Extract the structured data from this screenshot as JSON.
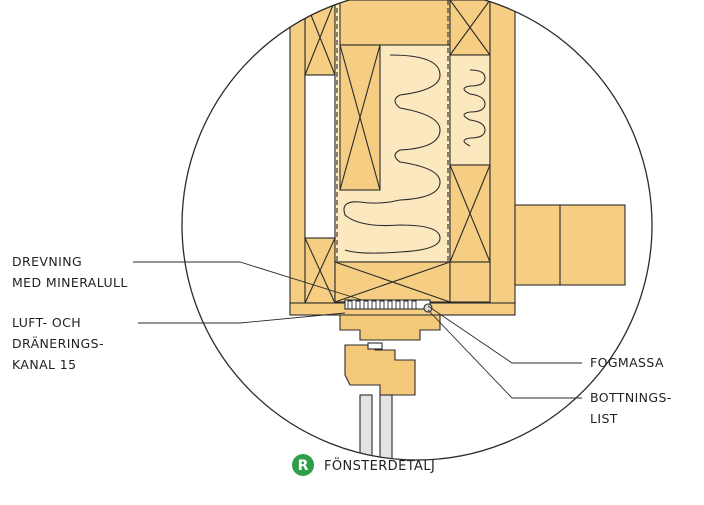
{
  "labels": {
    "drevning_1": "DREVNING",
    "drevning_2": "MED MINERALULL",
    "luft_1": "LUFT- OCH",
    "luft_2": "DRÄNERINGS-",
    "luft_3": "KANAL 15",
    "fogmassa": "FOGMASSA",
    "bottnings_1": "BOTTNINGS-",
    "bottnings_2": "LIST"
  },
  "caption": {
    "badge": "R",
    "title": "FÖNSTERDETALJ"
  },
  "colors": {
    "wood": "#F6CE83",
    "insulation": "#FCE8BE",
    "frame": "#F3C878",
    "line": "#2b2b2b",
    "badge": "#2E9E4A"
  }
}
